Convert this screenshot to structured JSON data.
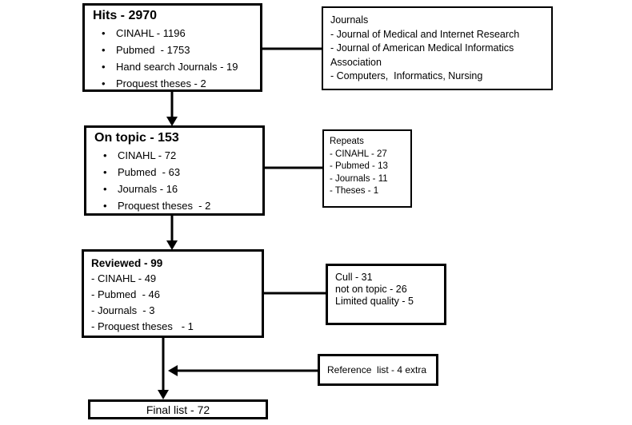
{
  "colors": {
    "background": "#ffffff",
    "line": "#000000",
    "text": "#000000"
  },
  "glyphs": {
    "bullet": "•"
  },
  "boxes": {
    "hits": {
      "title": "Hits - 2970",
      "items": [
        "CINAHL - 1196",
        "Pubmed  - 1753",
        "Hand search Journals - 19",
        "Proquest theses - 2"
      ]
    },
    "journals": {
      "title": "Journals",
      "lines": [
        "- Journal of Medical and Internet Research",
        "- Journal of American Medical Informatics Association",
        "- Computers,  Informatics, Nursing"
      ]
    },
    "on_topic": {
      "title": "On topic - 153",
      "items": [
        "CINAHL - 72",
        "Pubmed  - 63",
        "Journals - 16",
        "Proquest theses  - 2"
      ]
    },
    "repeats": {
      "title": "Repeats",
      "lines": [
        "- CINAHL - 27",
        "- Pubmed - 13",
        "- Journals - 11",
        "- Theses - 1"
      ]
    },
    "reviewed": {
      "title": "Reviewed - 99",
      "lines": [
        "- CINAHL - 49",
        "- Pubmed  - 46",
        "- Journals  - 3",
        "- Proquest theses   - 1"
      ]
    },
    "cull": {
      "lines": [
        "Cull - 31",
        "not on topic - 26",
        "Limited quality - 5"
      ]
    },
    "reference": {
      "label": "Reference  list - 4 extra"
    },
    "final": {
      "label": "Final list - 72"
    }
  },
  "flow": [
    {
      "from": "hits",
      "to": "journals",
      "style": "line"
    },
    {
      "from": "hits",
      "to": "on_topic",
      "style": "arrow-down"
    },
    {
      "from": "on_topic",
      "to": "repeats",
      "style": "line"
    },
    {
      "from": "on_topic",
      "to": "reviewed",
      "style": "arrow-down"
    },
    {
      "from": "reviewed",
      "to": "cull",
      "style": "line"
    },
    {
      "from": "reviewed",
      "to": "final",
      "style": "arrow-down"
    },
    {
      "from": "reference",
      "to": "reviewed-final-connector",
      "style": "arrow-left"
    }
  ]
}
